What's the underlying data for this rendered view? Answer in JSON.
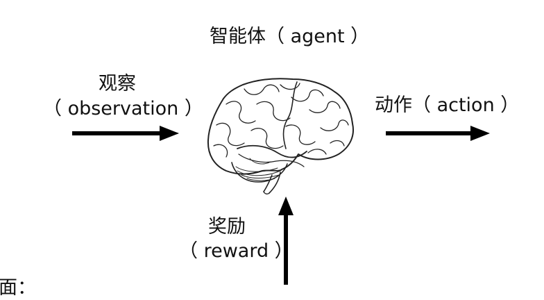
{
  "diagram": {
    "agent_label": "智能体（ agent ）",
    "observation_line1": "观察",
    "observation_line2": "（ observation ）",
    "action_label": "动作（ action ）",
    "reward_line1": "奖励",
    "reward_line2": "（ reward ）",
    "cut_off_text": "面："
  },
  "icons": {
    "center": "brain-icon"
  },
  "colors": {
    "text": "#111111",
    "arrow": "#000000",
    "background": "#ffffff"
  }
}
